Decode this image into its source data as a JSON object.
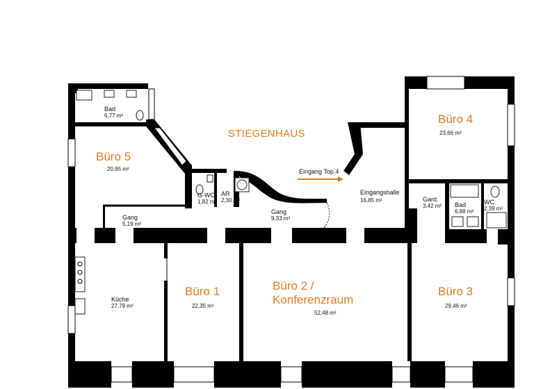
{
  "plan": {
    "stairwell": "STIEGENHAUS",
    "entrance_label": "Eingang Top.4",
    "accent_color": "#e07b1c",
    "rooms": {
      "bad_top": {
        "name": "Bad",
        "area": "6,77 m²"
      },
      "buero5": {
        "name": "Büro 5",
        "area": "20,95 m²"
      },
      "gang_left": {
        "name": "Gang",
        "area": "5,19 m²"
      },
      "gwc": {
        "name": "G-WC",
        "area": "1,82 m²"
      },
      "ar": {
        "name": "AR",
        "area": "2,30 m²"
      },
      "gang_mid": {
        "name": "Gang",
        "area": "9,33 m²"
      },
      "eingangshalle": {
        "name": "Eingangshalle",
        "area": "16,85 m²"
      },
      "buero4": {
        "name": "Büro 4",
        "area": "23,66 m²"
      },
      "gard": {
        "name": "Gard.",
        "area": "3,42 m²"
      },
      "bad_right": {
        "name": "Bad",
        "area": "6,88 m²"
      },
      "wc": {
        "name": "WC",
        "area": "2,39 m²"
      },
      "kueche": {
        "name": "Küche",
        "area": "27,79 m²"
      },
      "buero1": {
        "name": "Büro 1",
        "area": "22,35 m²"
      },
      "buero2": {
        "name_line1": "Büro 2 /",
        "name_line2": "Konferenzraum",
        "area": "52,48 m²"
      },
      "buero3": {
        "name": "Büro 3",
        "area": "29,46 m²"
      }
    }
  }
}
